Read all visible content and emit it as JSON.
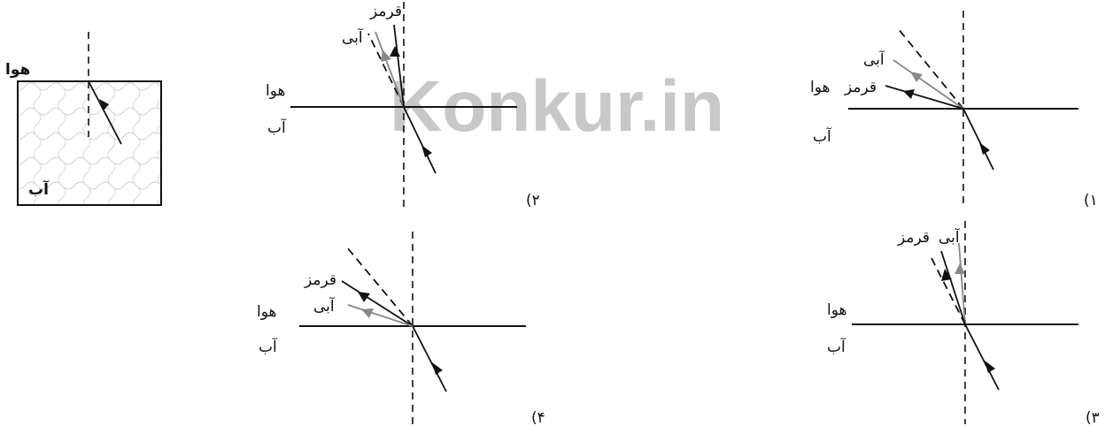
{
  "watermark": "Konkur.in",
  "media": {
    "air": "هوا",
    "water": "آب"
  },
  "rays": {
    "blue": "آبی",
    "red": "قرمز"
  },
  "options": [
    {
      "id": 1,
      "label": "(۱"
    },
    {
      "id": 2,
      "label": "(۲"
    },
    {
      "id": 3,
      "label": "(۳"
    },
    {
      "id": 4,
      "label": "(۴"
    }
  ],
  "colors": {
    "line": "#111111",
    "colored_ray": "#888888",
    "watermark": "#c8c8c8",
    "tank_fill": "#f4f4f4"
  }
}
